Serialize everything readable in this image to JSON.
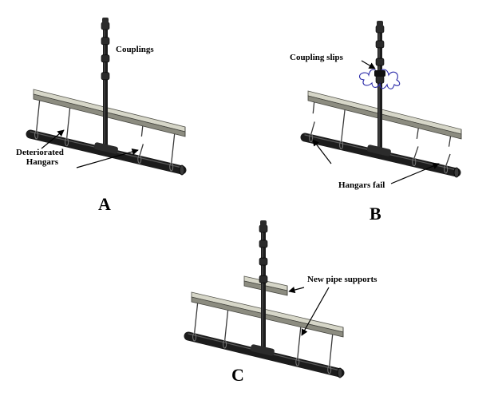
{
  "panels": [
    {
      "id": "A",
      "letter": "A",
      "labels": {
        "couplings": "Couplings",
        "hangers_line1": "Deteriorated",
        "hangers_line2": "Hangars"
      }
    },
    {
      "id": "B",
      "letter": "B",
      "labels": {
        "slip": "Coupling slips",
        "fail": "Hangars fail"
      }
    },
    {
      "id": "C",
      "letter": "C",
      "labels": {
        "supports": "New pipe supports"
      }
    }
  ],
  "colors": {
    "pipe": "#1c1c1c",
    "pipe_highlight": "#5a5a5a",
    "beam_top": "#d6d6c8",
    "beam_front": "#8c8c80",
    "hanger": "#3a3a3a",
    "slip_effect": "#2a2aa8"
  }
}
